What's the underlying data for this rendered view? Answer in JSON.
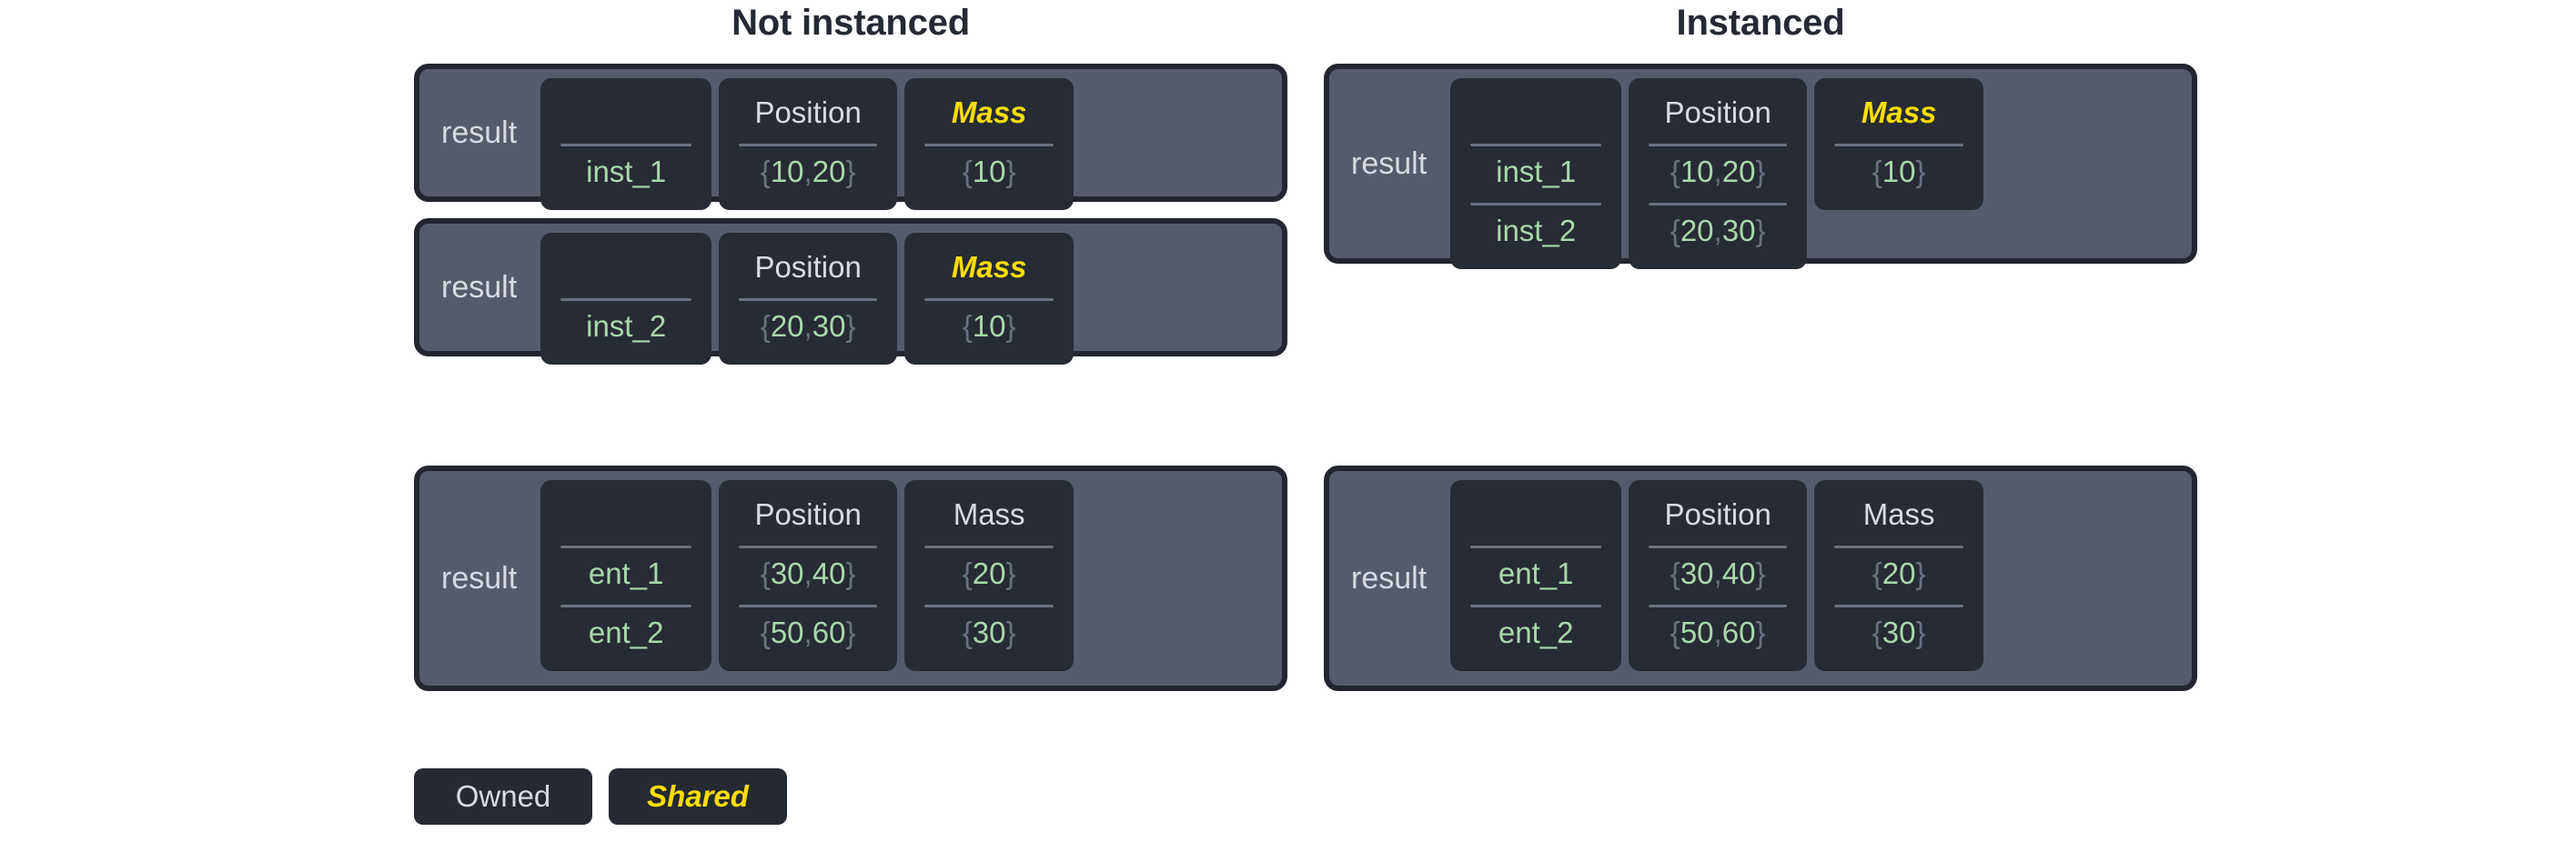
{
  "titles": {
    "left": "Not instanced",
    "right": "Instanced"
  },
  "labels": {
    "result": "result",
    "position_header": "Position",
    "mass_header": "Mass",
    "id_header": ""
  },
  "colors": {
    "page_background": "#ffffff",
    "title_text": "#242933",
    "card_border": "#23262f",
    "card_background": "#565b6c",
    "cell_background": "#272b34",
    "owned_text": "#d8dbe2",
    "shared_text": "#ffdd00",
    "value_text": "#a8d8ac",
    "brace_text": "#6b7180",
    "rule": "#6b7180"
  },
  "legend": {
    "items": [
      {
        "label": "Owned",
        "style": "owned"
      },
      {
        "label": "Shared",
        "style": "shared"
      }
    ]
  },
  "cards": {
    "left": [
      {
        "result": "result",
        "columns": [
          {
            "header": "",
            "kind": "id",
            "shared": false
          },
          {
            "header": "Position",
            "kind": "position",
            "shared": false
          },
          {
            "header": "Mass",
            "kind": "mass",
            "shared": true
          }
        ],
        "rows": [
          {
            "id": "inst_1",
            "position": "{10, 20}",
            "mass": "{10}"
          }
        ]
      },
      {
        "result": "result",
        "columns": [
          {
            "header": "",
            "kind": "id",
            "shared": false
          },
          {
            "header": "Position",
            "kind": "position",
            "shared": false
          },
          {
            "header": "Mass",
            "kind": "mass",
            "shared": true
          }
        ],
        "rows": [
          {
            "id": "inst_2",
            "position": "{20, 30}",
            "mass": "{10}"
          }
        ]
      },
      {
        "result": "result",
        "columns": [
          {
            "header": "",
            "kind": "id",
            "shared": false
          },
          {
            "header": "Position",
            "kind": "position",
            "shared": false
          },
          {
            "header": "Mass",
            "kind": "mass",
            "shared": false
          }
        ],
        "rows": [
          {
            "id": "ent_1",
            "position": "{30, 40}",
            "mass": "{20}"
          },
          {
            "id": "ent_2",
            "position": "{50, 60}",
            "mass": "{30}"
          }
        ]
      }
    ],
    "right": [
      {
        "result": "result",
        "columns": [
          {
            "header": "",
            "kind": "id",
            "shared": false
          },
          {
            "header": "Position",
            "kind": "position",
            "shared": false
          },
          {
            "header": "Mass",
            "kind": "mass",
            "shared": true
          }
        ],
        "rows": [
          {
            "id": "inst_1",
            "position": "{10, 20}",
            "mass": "{10}"
          },
          {
            "id": "inst_2",
            "position": "{20, 30}",
            "mass": null
          }
        ]
      },
      {
        "result": "result",
        "columns": [
          {
            "header": "",
            "kind": "id",
            "shared": false
          },
          {
            "header": "Position",
            "kind": "position",
            "shared": false
          },
          {
            "header": "Mass",
            "kind": "mass",
            "shared": false
          }
        ],
        "rows": [
          {
            "id": "ent_1",
            "position": "{30, 40}",
            "mass": "{20}"
          },
          {
            "id": "ent_2",
            "position": "{50, 60}",
            "mass": "{30}"
          }
        ]
      }
    ]
  }
}
